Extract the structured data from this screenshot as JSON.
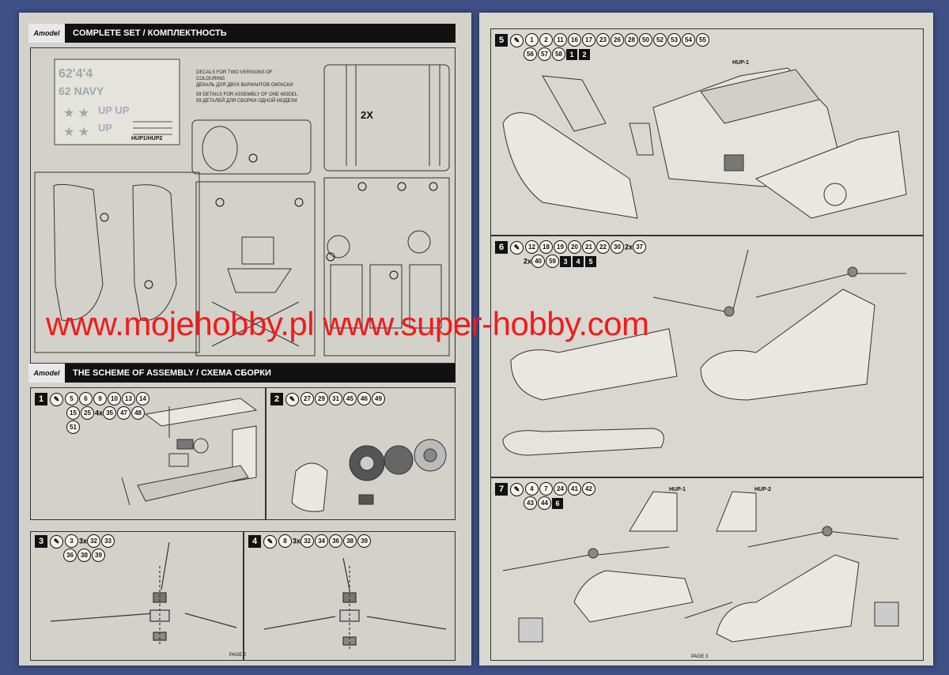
{
  "left_page": {
    "section1_title": "COMPLETE SET / КОМПЛЕКТНОСТЬ",
    "section2_title": "THE SCHEME OF ASSEMBLY / СХЕМА СБОРКИ",
    "logo": "Amodel",
    "decal_label": "HUP1/HUP2",
    "decals_en": "DECALS FOR TWO VERSIONS OF COLOURING",
    "decals_ru": "ДЕКАЛЬ ДЛЯ ДВУХ ВАРИАНТОВ ОКРАСКИ",
    "details_en": "59 DETAILS FOR ASSEMBLY OF ONE MODEL",
    "details_ru": "59 ДЕТАЛЕЙ ДЛЯ СБОРКИ ОДНОЙ МОДЕЛИ",
    "sprue_multiplier": "2X",
    "page_label": "PAGE 2",
    "steps": [
      {
        "num": "1",
        "parts_line1": [
          "5",
          "6",
          "9",
          "10",
          "13",
          "14"
        ],
        "parts_line2": [
          "15",
          "25"
        ],
        "mult": "4x",
        "parts_line2b": [
          "35",
          "47",
          "48"
        ],
        "parts_line3": [
          "51"
        ]
      },
      {
        "num": "2",
        "parts_line1": [
          "27",
          "29",
          "31",
          "45",
          "46",
          "49"
        ]
      },
      {
        "num": "3",
        "parts_line1": [
          "3"
        ],
        "mult": "3x",
        "parts_line1b": [
          "32",
          "33"
        ],
        "parts_line2": [
          "36",
          "38",
          "39"
        ]
      },
      {
        "num": "4",
        "parts_line1": [
          "8"
        ],
        "mult": "3x",
        "parts_line1b": [
          "32",
          "34",
          "36",
          "38",
          "39"
        ]
      }
    ]
  },
  "right_page": {
    "page_label": "PAGE 3",
    "step5": {
      "num": "5",
      "parts_line1": [
        "1",
        "2",
        "11",
        "16",
        "17",
        "23",
        "26",
        "28",
        "50",
        "52",
        "53",
        "54",
        "55"
      ],
      "parts_line2": [
        "56",
        "57",
        "58"
      ],
      "subs": [
        "1",
        "2"
      ],
      "variant_label": "HUP-1"
    },
    "step6": {
      "num": "6",
      "parts_line1": [
        "12",
        "18",
        "19",
        "20",
        "21",
        "22",
        "30"
      ],
      "mult": "2x",
      "parts_line1b": [
        "37"
      ],
      "mult2": "2x",
      "parts_line2": [
        "40",
        "59"
      ],
      "subs": [
        "3",
        "4",
        "5"
      ]
    },
    "step7": {
      "num": "7",
      "parts_line1": [
        "4",
        "7",
        "24",
        "41",
        "42"
      ],
      "parts_line2": [
        "43",
        "44"
      ],
      "subs": [
        "6"
      ],
      "variant_a": "HUP-1",
      "variant_b": "HUP-2"
    }
  },
  "watermark": "www.mojehobby.pl www.super-hobby.com",
  "colors": {
    "paper": "#d2d1ca",
    "background": "#3e4f86",
    "watermark": "#f21b1b",
    "header": "#111111"
  }
}
